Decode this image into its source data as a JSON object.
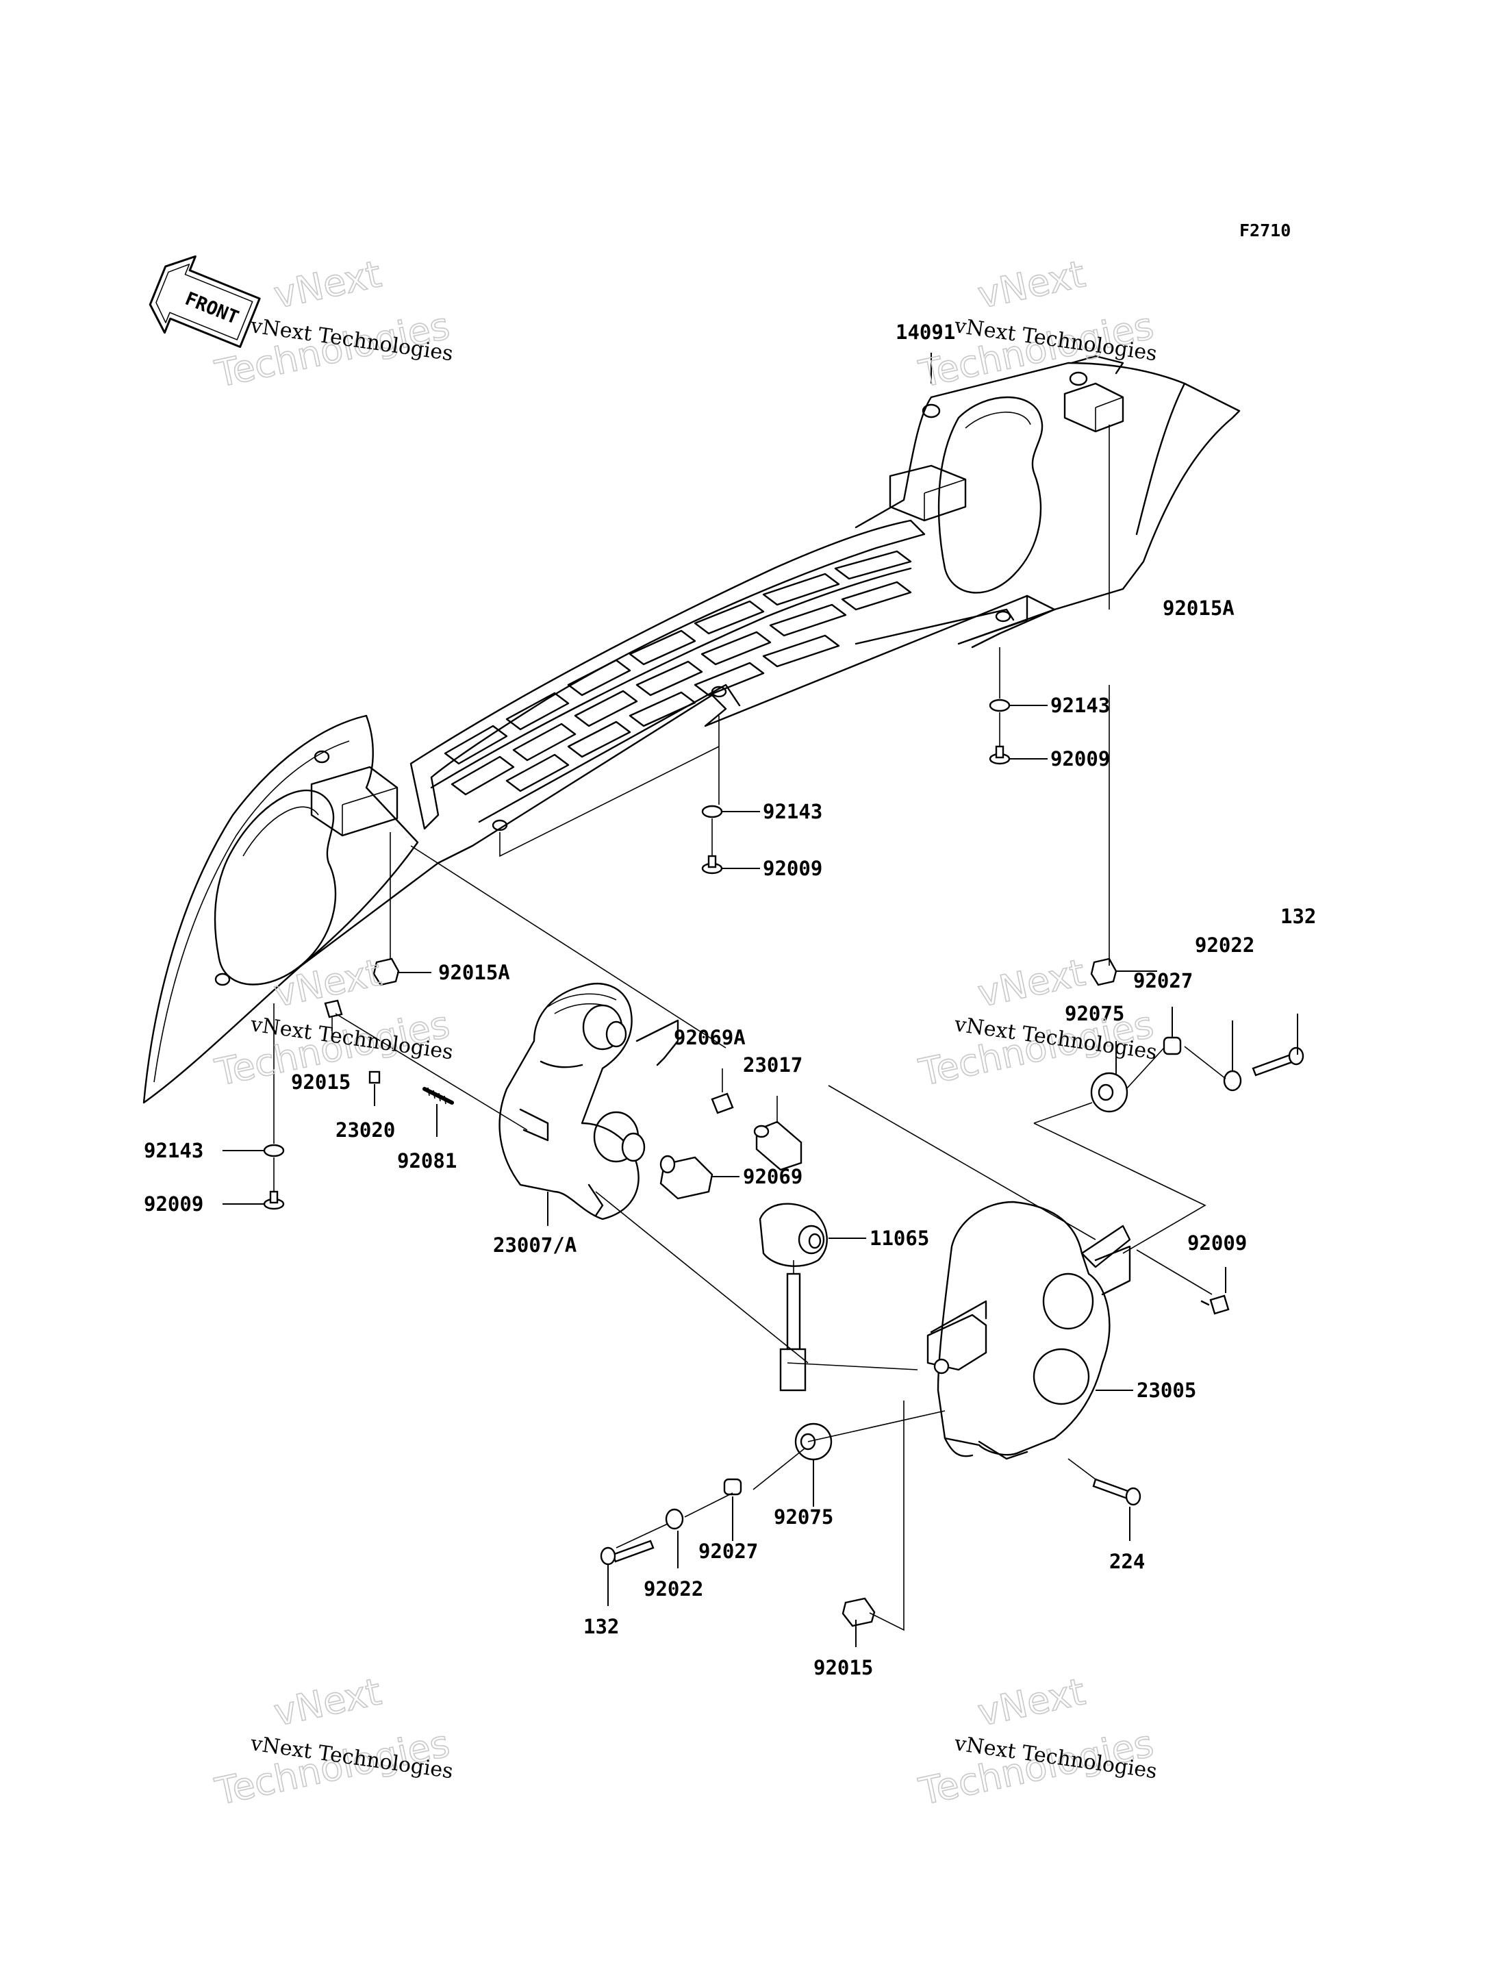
{
  "figure_code": "F2710",
  "front_arrow_label": "FRONT",
  "watermark": {
    "line1": "vNext Technologies",
    "line2": "vNext",
    "line3": "Technologies"
  },
  "callouts": [
    {
      "id": "c14091",
      "text": "14091"
    },
    {
      "id": "c92015A_r",
      "text": "92015A"
    },
    {
      "id": "c92143_r",
      "text": "92143"
    },
    {
      "id": "c92009_r",
      "text": "92009"
    },
    {
      "id": "c92143_m",
      "text": "92143"
    },
    {
      "id": "c92009_m",
      "text": "92009"
    },
    {
      "id": "c92015A_l",
      "text": "92015A"
    },
    {
      "id": "c92069A",
      "text": "92069A"
    },
    {
      "id": "c23017",
      "text": "23017"
    },
    {
      "id": "c92015_l",
      "text": "92015"
    },
    {
      "id": "c23020",
      "text": "23020"
    },
    {
      "id": "c92081",
      "text": "92081"
    },
    {
      "id": "c92143_l",
      "text": "92143"
    },
    {
      "id": "c92009_l",
      "text": "92009"
    },
    {
      "id": "c92069",
      "text": "92069"
    },
    {
      "id": "c23007A",
      "text": "23007/A"
    },
    {
      "id": "c11065",
      "text": "11065"
    },
    {
      "id": "c132_r",
      "text": "132"
    },
    {
      "id": "c92022_r",
      "text": "92022"
    },
    {
      "id": "c92027_r",
      "text": "92027"
    },
    {
      "id": "c92075_r",
      "text": "92075"
    },
    {
      "id": "c92009_rr",
      "text": "92009"
    },
    {
      "id": "c23005",
      "text": "23005"
    },
    {
      "id": "c92075_b",
      "text": "92075"
    },
    {
      "id": "c92027_b",
      "text": "92027"
    },
    {
      "id": "c92022_b",
      "text": "92022"
    },
    {
      "id": "c132_b",
      "text": "132"
    },
    {
      "id": "c224",
      "text": "224"
    },
    {
      "id": "c92015_b",
      "text": "92015"
    }
  ]
}
